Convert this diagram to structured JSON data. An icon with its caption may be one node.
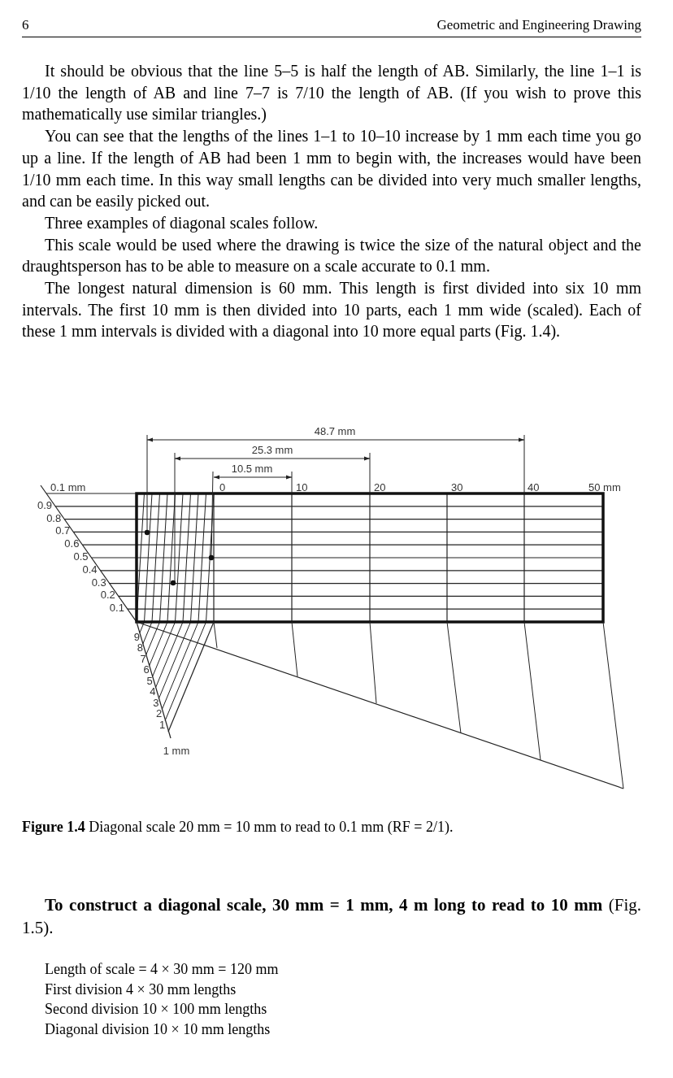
{
  "diagram": {
    "caption": "**Figure 1.4** Diagonal scale 20 mm = 10 mm to read to 0.1 mm (RF = 2/1).",
    "labels": [
      "6",
      "Geometric and Engineering Drawing",
      "It should be obvious that the line 5–5 is half the length of AB. Similarly, the line 1–1 is 1/10 the length of AB and line 7–7 is 7/10 the length of AB. (If you wish to prove this mathematically use similar triangles.)",
      "You can see that the lengths of the lines 1–1 to 10–10 increase by 1 mm each time you go up a line. If the length of AB had been 1 mm to begin with, the increases would have been 1/10 mm each time. In this way small lengths can be divided into very much smaller lengths, and can be easily picked out.",
      "Three examples of diagonal scales follow.",
      "This scale would be used where the drawing is twice the size of the natural object and the draughtsperson has to be able to measure on a scale accurate to 0.1 mm.",
      "The longest natural dimension is 60 mm. This length is first divided into six 10 mm intervals. The first 10 mm is then divided into 10 parts, each 1 mm wide (scaled). Each of these 1 mm intervals is divided with a diagonal into 10 more equal parts (Fig. 1.4).",
      "48.7 mm",
      "25.3 mm",
      "10.5 mm",
      "0.1 mm",
      "0",
      "10",
      "20",
      "30",
      "40",
      "50 mm",
      "0.9",
      "0.8",
      "0.7",
      "0.6",
      "0.5",
      "0.4",
      "0.3",
      "0.2",
      "0.1",
      "9",
      "8",
      "7",
      "6",
      "5",
      "4",
      "3",
      "2",
      "1",
      "1 mm",
      "**To construct a diagonal scale, 30 mm = 1 mm, 4 m long to read to 10 mm** (Fig. 1.5).",
      "Length of scale = 4 × 30 mm = 120 mm",
      "First division 4 × 30 mm lengths",
      "Second division 10 × 100 mm lengths",
      "Diagonal division 10 × 10 mm lengths"
    ]
  }
}
